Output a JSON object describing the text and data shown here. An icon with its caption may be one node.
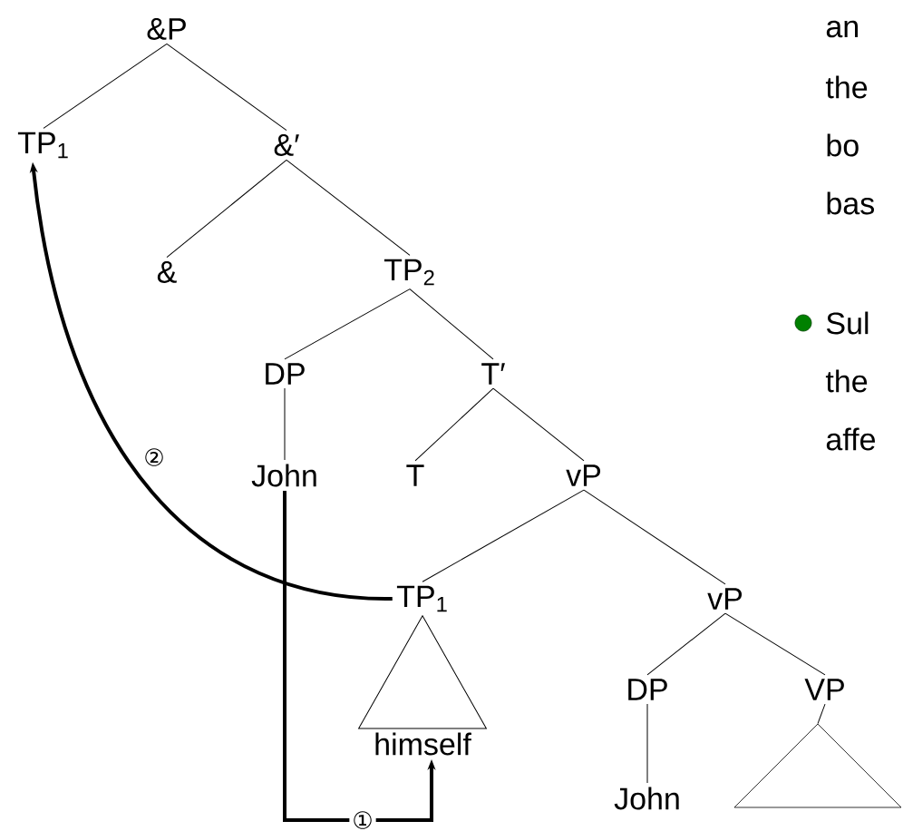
{
  "diagram": {
    "nodes": [
      {
        "text": [
          "&P"
        ]
      },
      {
        "text": [
          "TP$_{1}$"
        ]
      },
      {
        "text": [
          "&′"
        ]
      },
      {
        "text": [
          "&"
        ]
      },
      {
        "text": [
          "TP$_{2}$"
        ]
      },
      {
        "text": [
          "DP"
        ]
      },
      {
        "text": [
          "T′"
        ]
      },
      {
        "text": [
          "John"
        ]
      },
      {
        "text": [
          "T"
        ]
      },
      {
        "text": [
          "vP"
        ]
      },
      {
        "text": [
          "TP$_{1}$"
        ]
      },
      {
        "text": [
          "vP"
        ]
      },
      {
        "text": [
          "himself"
        ]
      },
      {
        "text": [
          "DP"
        ]
      },
      {
        "text": [
          "VP"
        ]
      },
      {
        "text": [
          "John"
        ]
      },
      {
        "text": [],
        "shape": "triangle"
      }
    ],
    "edges": [
      {
        "from": 0,
        "to": 1,
        "arrow": "none"
      },
      {
        "from": 0,
        "to": 2,
        "arrow": "none"
      },
      {
        "from": 2,
        "to": 3,
        "arrow": "none"
      },
      {
        "from": 2,
        "to": 4,
        "arrow": "none"
      },
      {
        "from": 4,
        "to": 5,
        "arrow": "none"
      },
      {
        "from": 4,
        "to": 6,
        "arrow": "none"
      },
      {
        "from": 5,
        "to": 7,
        "arrow": "none"
      },
      {
        "from": 6,
        "to": 8,
        "arrow": "none"
      },
      {
        "from": 6,
        "to": 9,
        "arrow": "none"
      },
      {
        "from": 9,
        "to": 10,
        "arrow": "none"
      },
      {
        "from": 9,
        "to": 11,
        "arrow": "none"
      },
      {
        "from": 10,
        "to": 12,
        "arrow": "none"
      },
      {
        "from": 11,
        "to": 13,
        "arrow": "none"
      },
      {
        "from": 11,
        "to": 14,
        "arrow": "none"
      },
      {
        "from": 13,
        "to": 15,
        "arrow": "none"
      },
      {
        "from": 14,
        "to": 16,
        "arrow": "none"
      },
      {
        "from": 7,
        "to": 12,
        "arrow": "to",
        "label": "①",
        "style": "thick"
      },
      {
        "from": 10,
        "to": 1,
        "arrow": "to",
        "label": "②",
        "style": "thick"
      }
    ],
    "labels": [
      "an",
      "the",
      "bo",
      "bas",
      "Sul",
      "the",
      "affe"
    ]
  }
}
